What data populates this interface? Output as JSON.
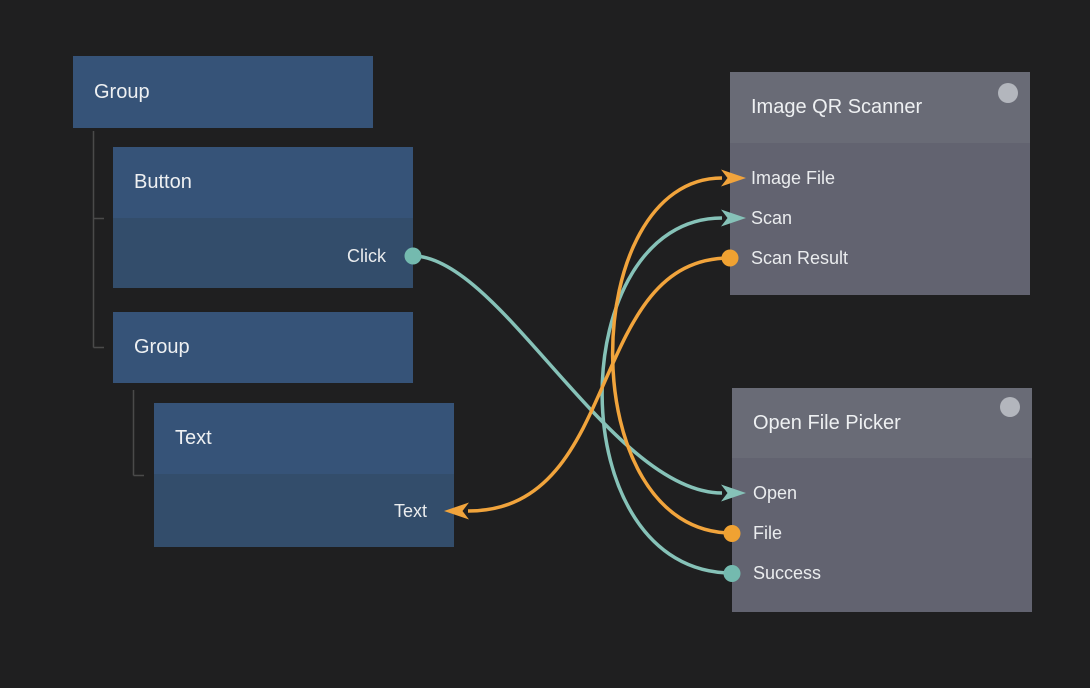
{
  "app": {
    "name": "node-graph-editor",
    "view": "canvas"
  },
  "colors": {
    "background": "#1f1f20",
    "tree_header": "#365378",
    "tree_body": "#334d6b",
    "gray_header": "#696b76",
    "gray_body": "#626370",
    "orange": "#f1a43c",
    "orange_dot": "#f0a232",
    "teal": "#86c2b8",
    "teal_dot": "#74baaf",
    "status_indicator": "#b3b6bd",
    "tree_connector": "#4a4a4a",
    "text": "#eceef0"
  },
  "tree": [
    {
      "title": "Group",
      "depth": 0
    },
    {
      "title": "Button",
      "depth": 1,
      "ports": [
        {
          "label": "Click",
          "type": "output",
          "marker": "dot",
          "color": "teal"
        }
      ]
    },
    {
      "title": "Group",
      "depth": 1
    },
    {
      "title": "Text",
      "depth": 2,
      "ports": [
        {
          "label": "Text",
          "type": "input",
          "marker": "arrow",
          "color": "orange"
        }
      ]
    }
  ],
  "nodes": {
    "image_qr_scanner": {
      "title": "Image QR Scanner",
      "status_icon": "circle-indicator",
      "ports": [
        {
          "label": "Image File",
          "type": "input",
          "marker": "arrow",
          "color": "orange"
        },
        {
          "label": "Scan",
          "type": "input",
          "marker": "arrow",
          "color": "teal"
        },
        {
          "label": "Scan Result",
          "type": "output",
          "marker": "dot",
          "color": "orange"
        }
      ]
    },
    "open_file_picker": {
      "title": "Open File Picker",
      "status_icon": "circle-indicator",
      "ports": [
        {
          "label": "Open",
          "type": "input",
          "marker": "arrow",
          "color": "teal"
        },
        {
          "label": "File",
          "type": "output",
          "marker": "dot",
          "color": "orange"
        },
        {
          "label": "Success",
          "type": "output",
          "marker": "dot",
          "color": "teal"
        }
      ]
    }
  },
  "wires": [
    {
      "from_node": "Button",
      "from_port": "Click",
      "to_node": "Open File Picker",
      "to_port": "Open",
      "color": "teal"
    },
    {
      "from_node": "Open File Picker",
      "from_port": "Success",
      "to_node": "Image QR Scanner",
      "to_port": "Scan",
      "color": "teal"
    },
    {
      "from_node": "Open File Picker",
      "from_port": "File",
      "to_node": "Image QR Scanner",
      "to_port": "Image File",
      "color": "orange"
    },
    {
      "from_node": "Image QR Scanner",
      "from_port": "Scan Result",
      "to_node": "Text",
      "to_port": "Text",
      "color": "orange"
    }
  ]
}
